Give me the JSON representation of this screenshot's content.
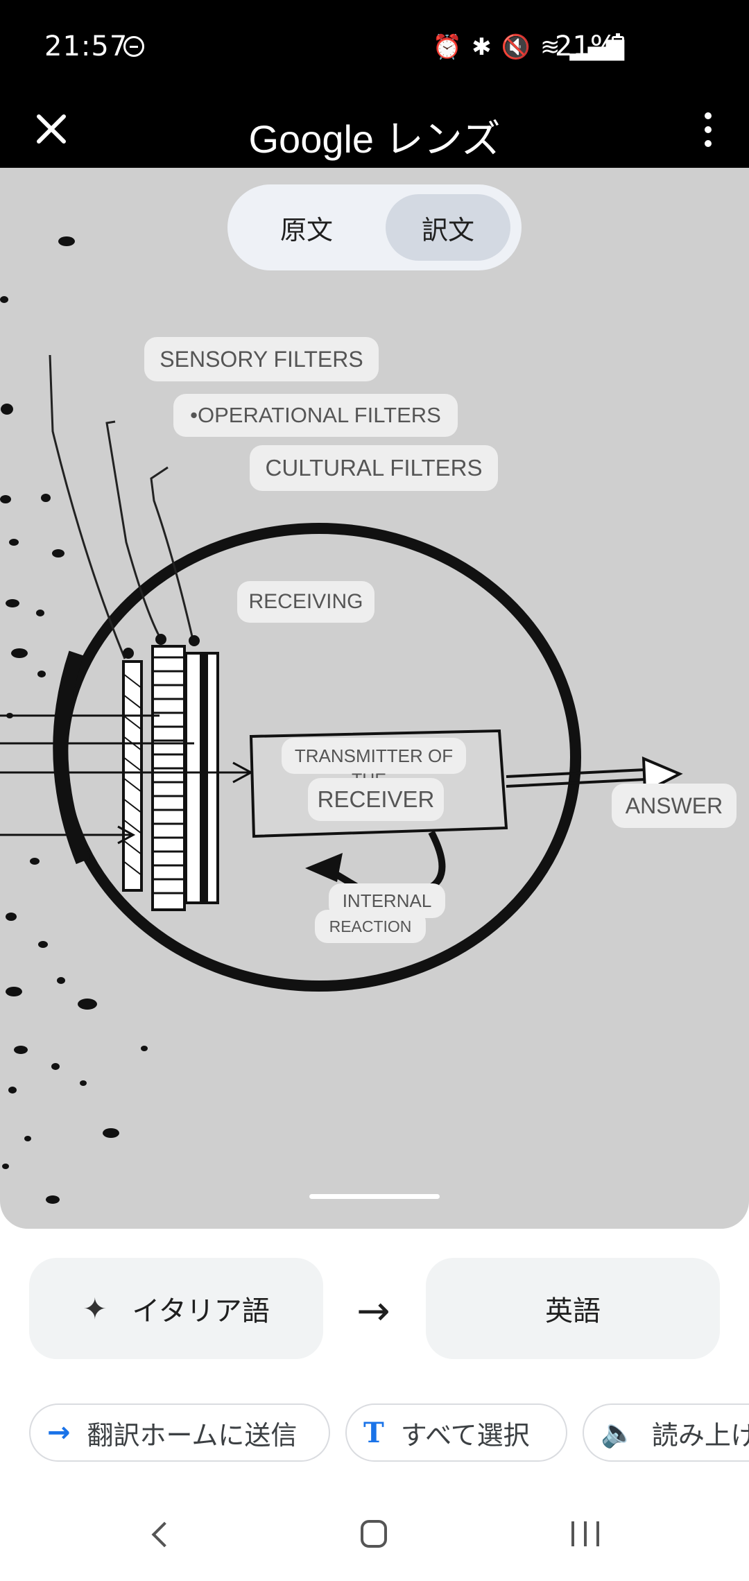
{
  "status": {
    "time": "21:57",
    "battery": "21%"
  },
  "appbar": {
    "title": "Google レンズ"
  },
  "toggle": {
    "original": "原文",
    "translated": "訳文",
    "selected": "translated"
  },
  "overlay_labels": {
    "sensory": "SENSORY FILTERS",
    "operational": "•OPERATIONAL FILTERS",
    "cultural": "CULTURAL FILTERS",
    "receiving": "RECEIVING",
    "transmitter": "TRANSMITTER OF",
    "the": "THE",
    "receiver": "RECEIVER",
    "answer": "ANSWER",
    "internal": "INTERNAL",
    "reaction": "REACTION"
  },
  "languages": {
    "source": "イタリア語",
    "target": "英語"
  },
  "actions": {
    "send": "翻訳ホームに送信",
    "select_all": "すべて選択",
    "read_aloud": "読み上げ"
  },
  "colors": {
    "accent": "#1a73e8",
    "image_bg": "#cfcfcf"
  }
}
